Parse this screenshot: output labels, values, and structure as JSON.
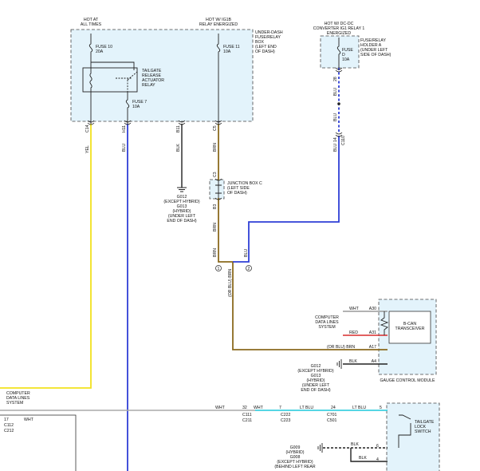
{
  "top_labels": {
    "hot_at_all_times": [
      "HOT AT",
      "ALL TIMES"
    ],
    "hot_w_ig1b": [
      "HOT W/ IG1B",
      "RELAY ENERGIZED"
    ],
    "hot_w_dcdc": [
      "HOT W/ DC-DC",
      "CONVERTER IG1 RELAY 1",
      "ENERGIZED"
    ]
  },
  "underdash_box": [
    "UNDER-DASH",
    "FUSE/RELAY",
    "BOX",
    "(LEFT END",
    "OF DASH)"
  ],
  "fuse10": [
    "FUSE 10",
    "20A"
  ],
  "fuse11": [
    "FUSE 11",
    "10A"
  ],
  "fuse7": [
    "FUSE 7",
    "10A"
  ],
  "relay": [
    "TAILGATE",
    "RELEASE",
    "ACTUATOR",
    "RELAY"
  ],
  "holder_a": [
    "FUSE/RELAY",
    "HOLDER A",
    "(UNDER LEFT",
    "SIDE OF DASH)"
  ],
  "fuse_d": [
    "FUSE",
    "D",
    "10A"
  ],
  "pins": {
    "c14": "C14",
    "h11": "H11",
    "b11": "B11",
    "c5": "C5",
    "d8": "28",
    "c3": "C3",
    "b3": "B3",
    "p14": "14",
    "c110": "C110"
  },
  "wires": {
    "yel": "YEL",
    "blu": "BLU",
    "blk": "BLK",
    "brn": "BRN",
    "wht": "WHT",
    "red": "RED",
    "ltblu": "LT BLU",
    "orblu_brn": "(OR BLU) BRN",
    "orblu_brn_v": "(OR BLU) BRN"
  },
  "junction_c": [
    "JUNCTION BOX C",
    "(LEFT SIDE",
    "OF DASH)"
  ],
  "ground_g012": [
    "G012",
    "(EXCEPT HYBRID)",
    "G013",
    "(HYBRID)",
    "(UNDER LEFT",
    "END OF DASH)"
  ],
  "junction_nums": {
    "one": "1",
    "two": "2"
  },
  "computer_data_lines": [
    "COMPUTER",
    "DATA LINES",
    "SYSTEM"
  ],
  "computer_data_lines_left": [
    "COMPUTER",
    "DATA LINES",
    "SYSTEM"
  ],
  "bcan": [
    "B-CAN",
    "TRANSCEIVER"
  ],
  "gauge_module": "GAUGE CONTROL MODULE",
  "gauge_pins": {
    "a30": "A30",
    "a31": "A31",
    "a17": "A17",
    "a4": "A4"
  },
  "ground2": [
    "G012",
    "(EXCEPT HYBRID)",
    "G013",
    "(HYBRID)",
    "(UNDER LEFT",
    "END OF DASH)"
  ],
  "bottom": {
    "c111": "C111",
    "c211": "C211",
    "c222": "C222",
    "c223": "C223",
    "c701": "C701",
    "c501": "C501",
    "n32": "32",
    "n7": "7",
    "n24": "24",
    "n5": "5",
    "n6": "6",
    "n4": "4",
    "n17": "17",
    "c112": "C112",
    "c212": "C212"
  },
  "tailgate_lock": [
    "TAILGATE",
    "LOCK",
    "SWITCH"
  ],
  "ground3": [
    "G009",
    "(HYBRID)",
    "G008",
    "(EXCEPT HYBRID)",
    "(BEHIND LEFT REAR"
  ]
}
